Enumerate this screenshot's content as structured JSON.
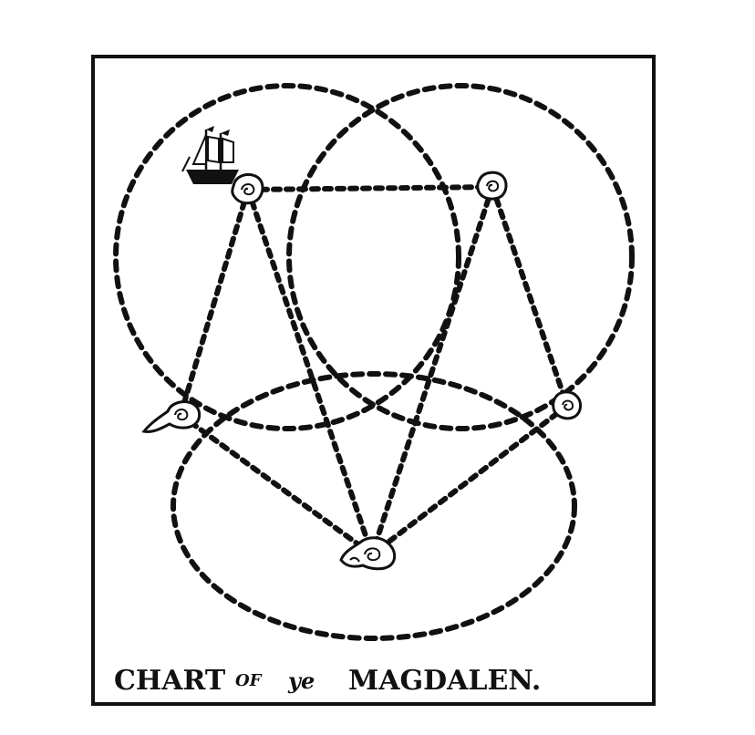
{
  "title": {
    "word_chart": "CHART",
    "word_of": "OF",
    "word_ye": "ye",
    "word_magdalen": "MAGDALEN."
  },
  "colors": {
    "ink": "#111111",
    "paper": "#ffffff"
  },
  "icons": [
    "ship-icon",
    "island-icon"
  ]
}
